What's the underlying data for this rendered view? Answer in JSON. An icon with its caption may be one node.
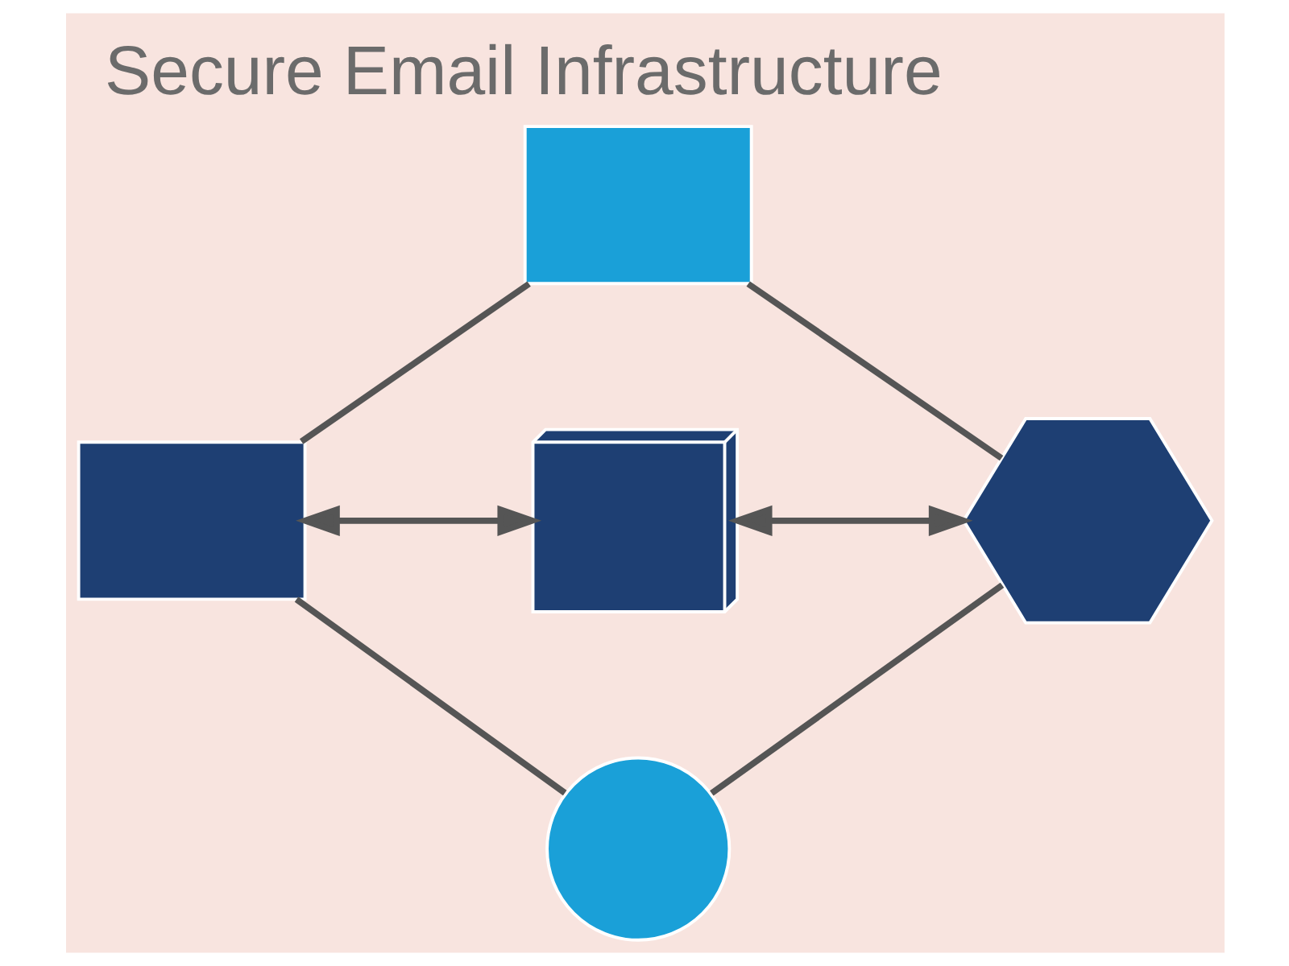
{
  "diagram": {
    "title": "Secure Email Infrastructure",
    "nodes": [
      {
        "text": [],
        "shape": "envelope"
      },
      {
        "text": [],
        "shape": "envelope"
      },
      {
        "text": [],
        "shape": "box"
      },
      {
        "text": [],
        "shape": "hexagon"
      },
      {
        "text": [],
        "shape": "circle"
      }
    ],
    "edges": [
      {
        "from": 0,
        "to": 1,
        "arrow": "none"
      },
      {
        "from": 0,
        "to": 3,
        "arrow": "none"
      },
      {
        "from": 1,
        "to": 2,
        "arrow": "both"
      },
      {
        "from": 2,
        "to": 3,
        "arrow": "both"
      },
      {
        "from": 1,
        "to": 4,
        "arrow": "none"
      },
      {
        "from": 3,
        "to": 4,
        "arrow": "none"
      }
    ]
  }
}
